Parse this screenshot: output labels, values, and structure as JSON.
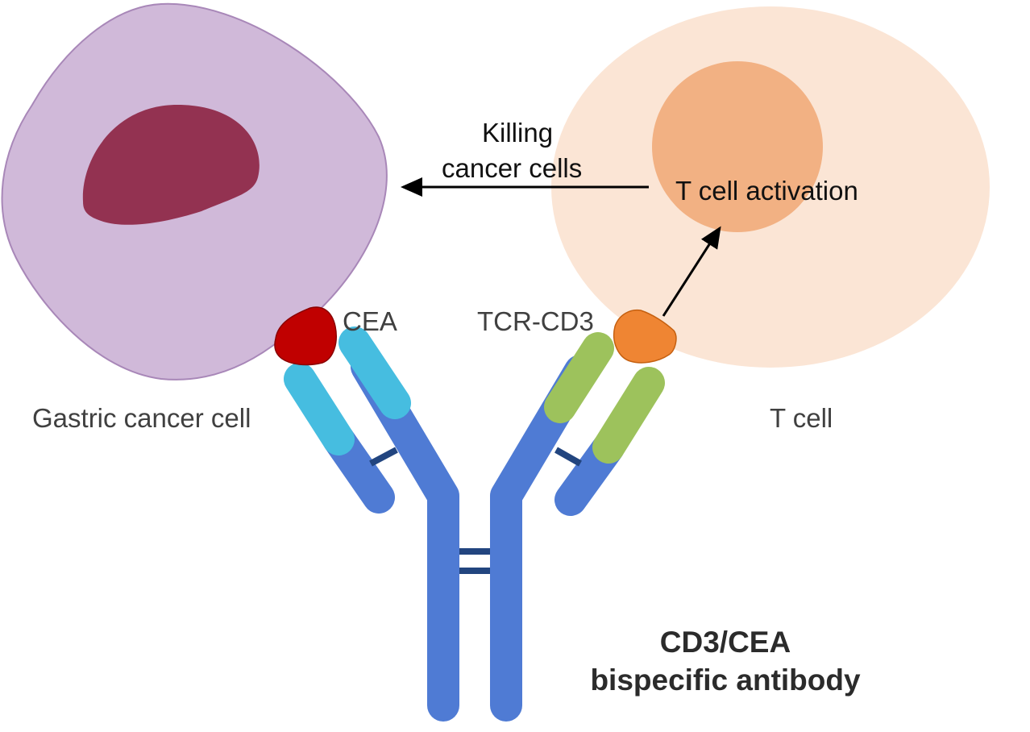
{
  "labels": {
    "gastric_cell": "Gastric cancer cell",
    "t_cell": "T cell",
    "cea": "CEA",
    "tcr_cd3": "TCR-CD3",
    "killing_line1": "Killing",
    "killing_line2": "cancer cells",
    "activation": "T cell activation",
    "title_line1": "CD3/CEA",
    "title_line2": "bispecific antibody"
  },
  "colors": {
    "gastric_cell_fill": "#d0b9d9",
    "gastric_nucleus": "#933251",
    "t_cell_fill": "#fbe5d5",
    "t_cell_nucleus": "#f2b183",
    "antibody_heavy": "#4f7bd4",
    "antibody_cea_arm": "#46bde0",
    "antibody_cd3_arm": "#9dc25c",
    "linker": "#22457f",
    "cea_antigen": "#c00000",
    "cd3_antigen": "#ef8533"
  }
}
